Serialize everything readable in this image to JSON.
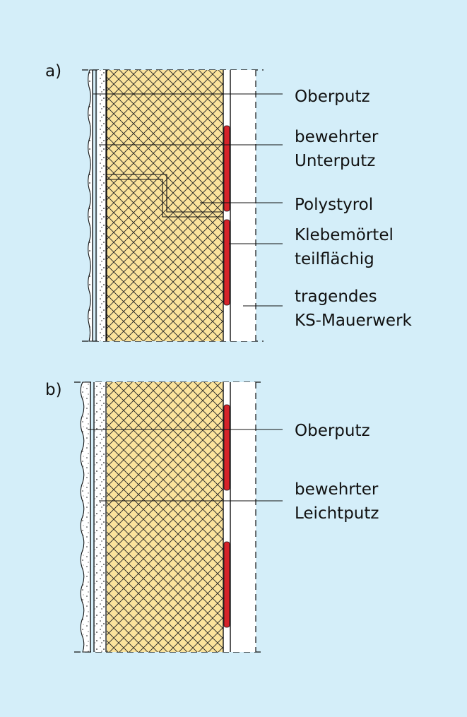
{
  "panels": [
    {
      "letter": "a)",
      "labels": [
        {
          "lines": [
            "Oberputz"
          ]
        },
        {
          "lines": [
            "bewehrter",
            "Unterputz"
          ]
        },
        {
          "lines": [
            "Polystyrol"
          ]
        },
        {
          "lines": [
            "Klebemörtel",
            "teilflächig"
          ]
        },
        {
          "lines": [
            "tragendes",
            "KS-Mauerwerk"
          ]
        }
      ]
    },
    {
      "letter": "b)",
      "labels": [
        {
          "lines": [
            "Oberputz"
          ]
        },
        {
          "lines": [
            "bewehrter",
            "Leichtputz"
          ]
        }
      ]
    }
  ],
  "colors": {
    "background": "#d4eef9",
    "insulation": "#fbe39c",
    "adhesive": "#d6232a",
    "plaster": "#ffffff",
    "line": "#111111"
  }
}
